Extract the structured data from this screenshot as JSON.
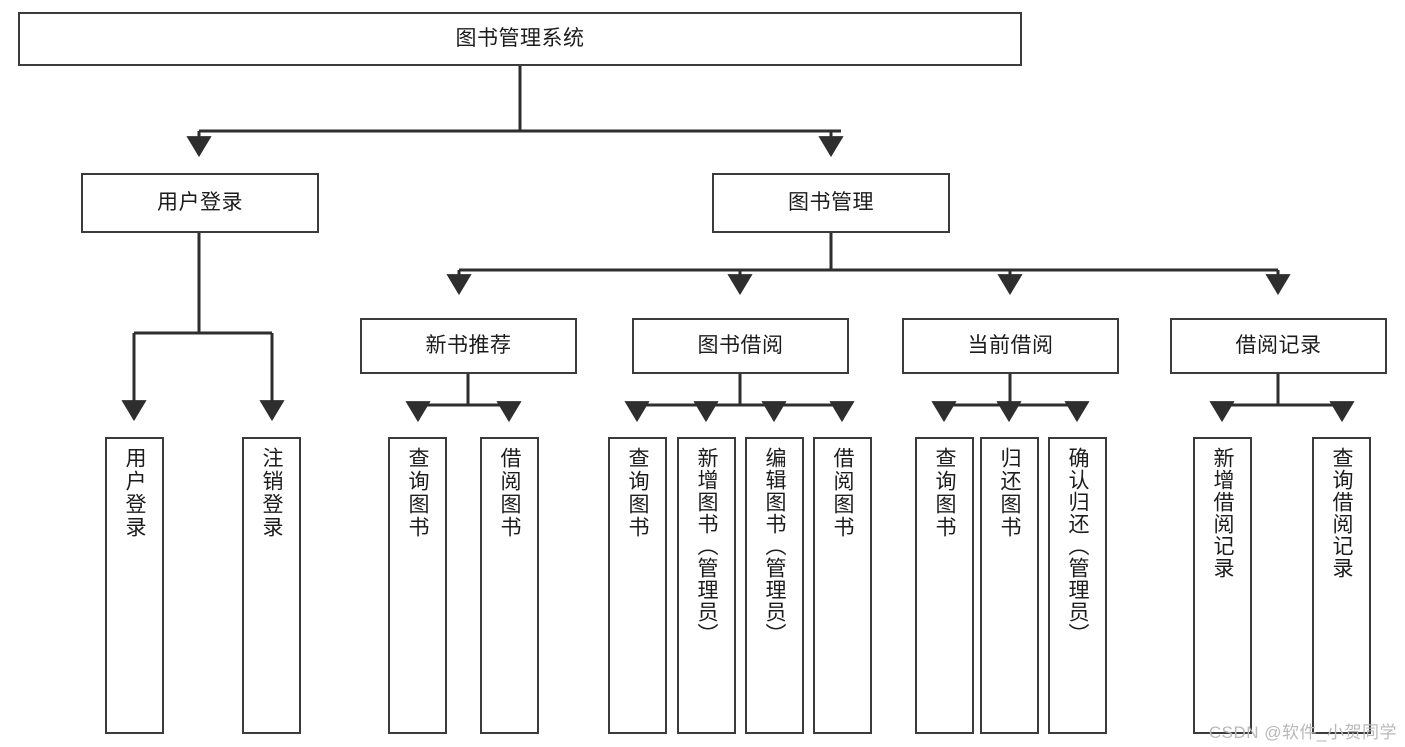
{
  "diagram": {
    "kind": "hierarchy-tree",
    "title": "图书管理系统",
    "colors": {
      "background": "#ffffff",
      "box_border": "#3b3b3b",
      "box_fill": "#ffffff",
      "edge": "#2e2e2e",
      "text": "#1c1c1c",
      "watermark": "#b9b9b9"
    },
    "root": {
      "label": "图书管理系统"
    },
    "level2": [
      {
        "label": "用户登录"
      },
      {
        "label": "图书管理"
      }
    ],
    "level3": [
      {
        "label": "新书推荐"
      },
      {
        "label": "图书借阅"
      },
      {
        "label": "当前借阅"
      },
      {
        "label": "借阅记录"
      }
    ],
    "leaves": {
      "user_login": [
        {
          "label": "用户登录"
        },
        {
          "label": "注销登录"
        }
      ],
      "new_book_recommend": [
        {
          "label": "查询图书"
        },
        {
          "label": "借阅图书"
        }
      ],
      "book_borrow": [
        {
          "label": "查询图书"
        },
        {
          "label": "新增图书（管理员）"
        },
        {
          "label": "编辑图书（管理员）"
        },
        {
          "label": "借阅图书"
        }
      ],
      "current_borrow": [
        {
          "label": "查询图书"
        },
        {
          "label": "归还图书"
        },
        {
          "label": "确认归还（管理员）"
        }
      ],
      "borrow_records": [
        {
          "label": "新增借阅记录"
        },
        {
          "label": "查询借阅记录"
        }
      ]
    },
    "watermark": "CSDN @软件_小贺同学"
  }
}
